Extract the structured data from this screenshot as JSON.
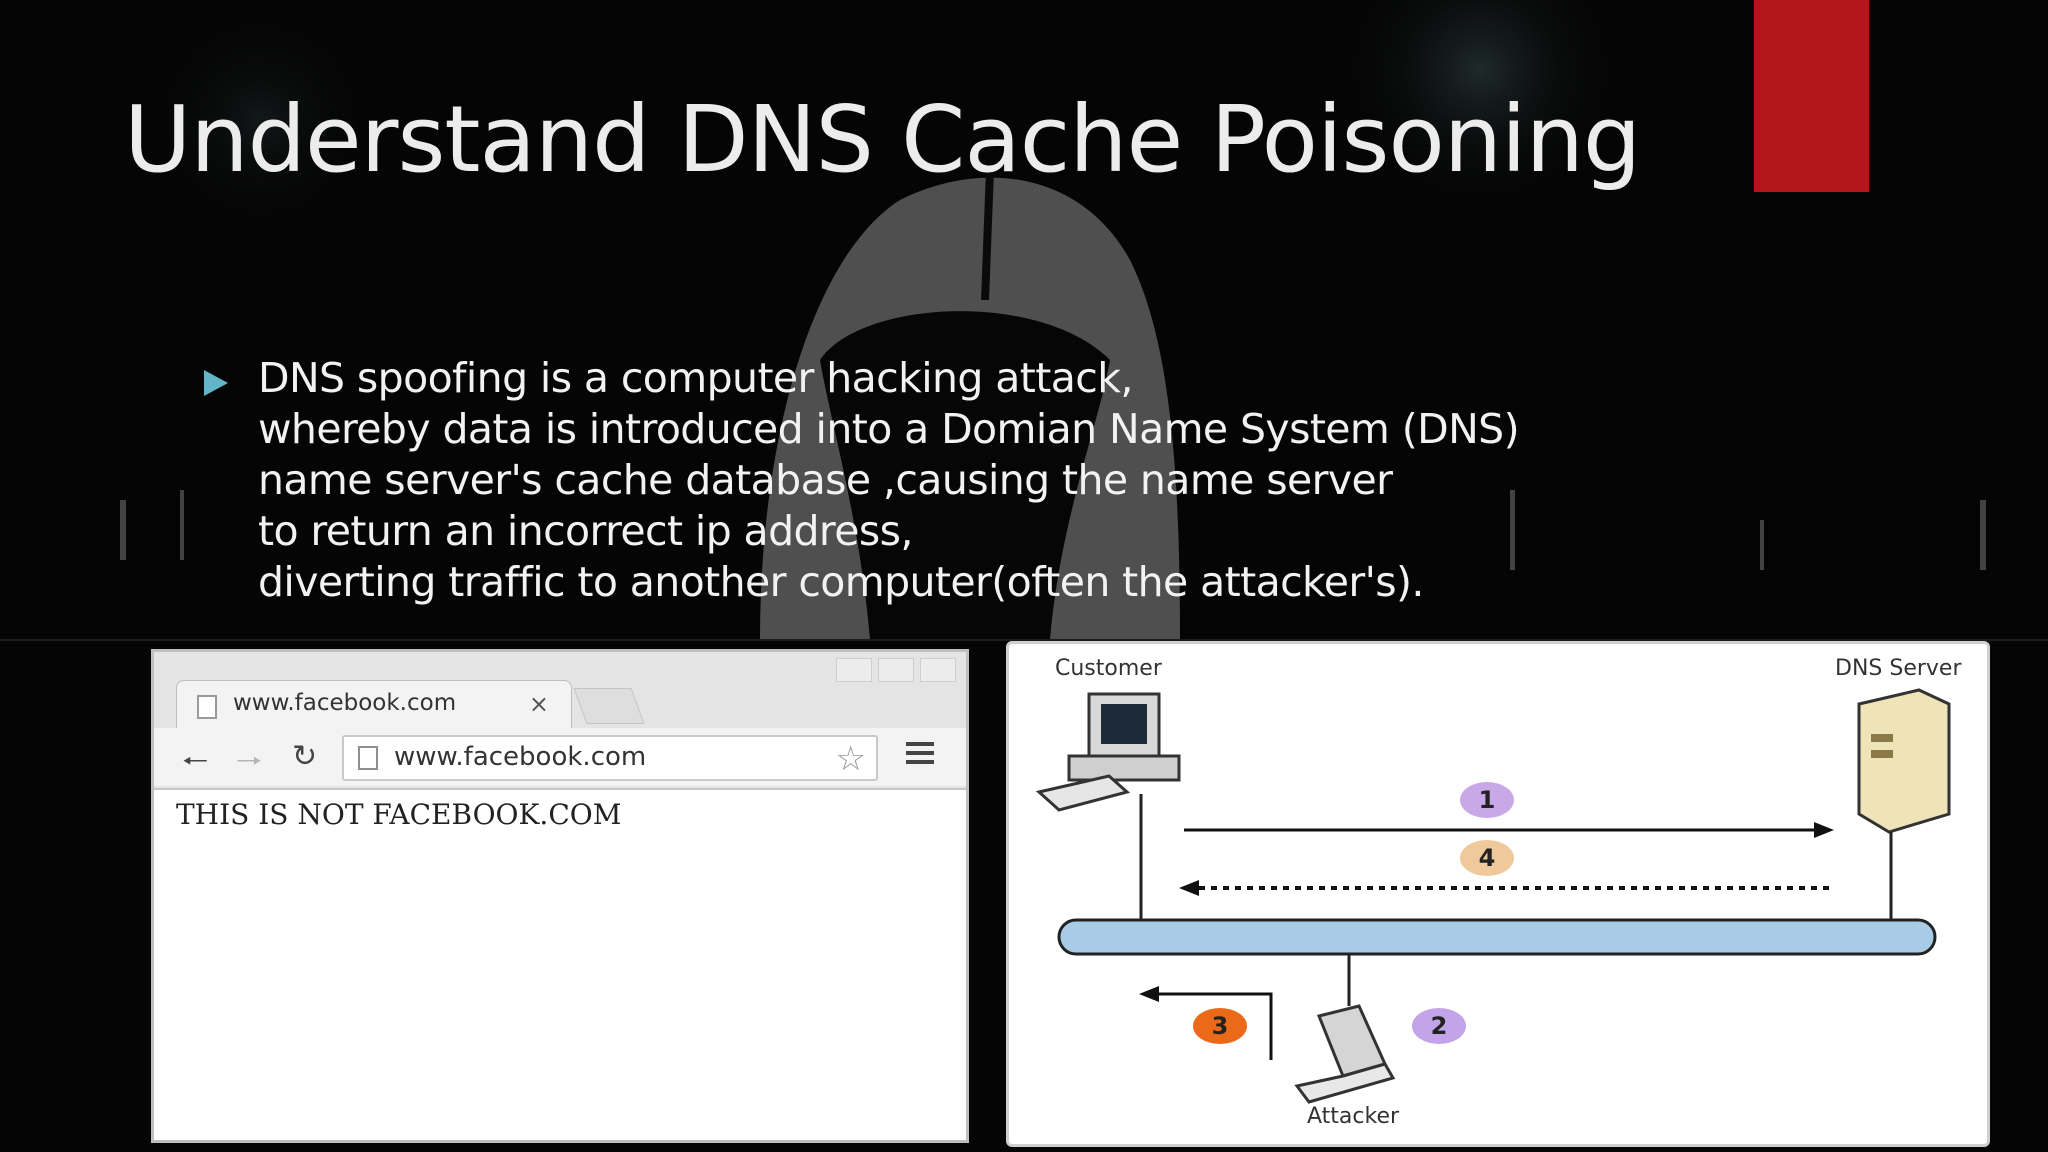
{
  "slide": {
    "title": "Understand DNS Cache Poisoning",
    "accent_color": "#b3161a",
    "bullet_color": "#63b6c7",
    "bullet_lines": [
      "DNS spoofing is a computer hacking attack,",
      "whereby data is introduced into a Domian Name System (DNS)",
      "name server's cache database ,causing the name server",
      "to return an incorrect ip address,",
      "diverting traffic to another computer(often the attacker's)."
    ]
  },
  "browser": {
    "tab_title": "www.facebook.com",
    "tab_close": "×",
    "address": "www.facebook.com",
    "page_text": "THIS IS NOT FACEBOOK.COM",
    "icons": [
      "back-icon",
      "forward-icon",
      "reload-icon",
      "star-icon",
      "menu-icon",
      "close-icon"
    ]
  },
  "diagram": {
    "customer_label": "Customer",
    "server_label": "DNS Server",
    "attacker_label": "Attacker",
    "steps": [
      {
        "label": "1",
        "color": "#c9a8e8"
      },
      {
        "label": "4",
        "color": "#f0c99a"
      },
      {
        "label": "3",
        "color": "#ea6a1a"
      },
      {
        "label": "2",
        "color": "#c3a3ea"
      }
    ],
    "network_color": "#a9cce6"
  }
}
